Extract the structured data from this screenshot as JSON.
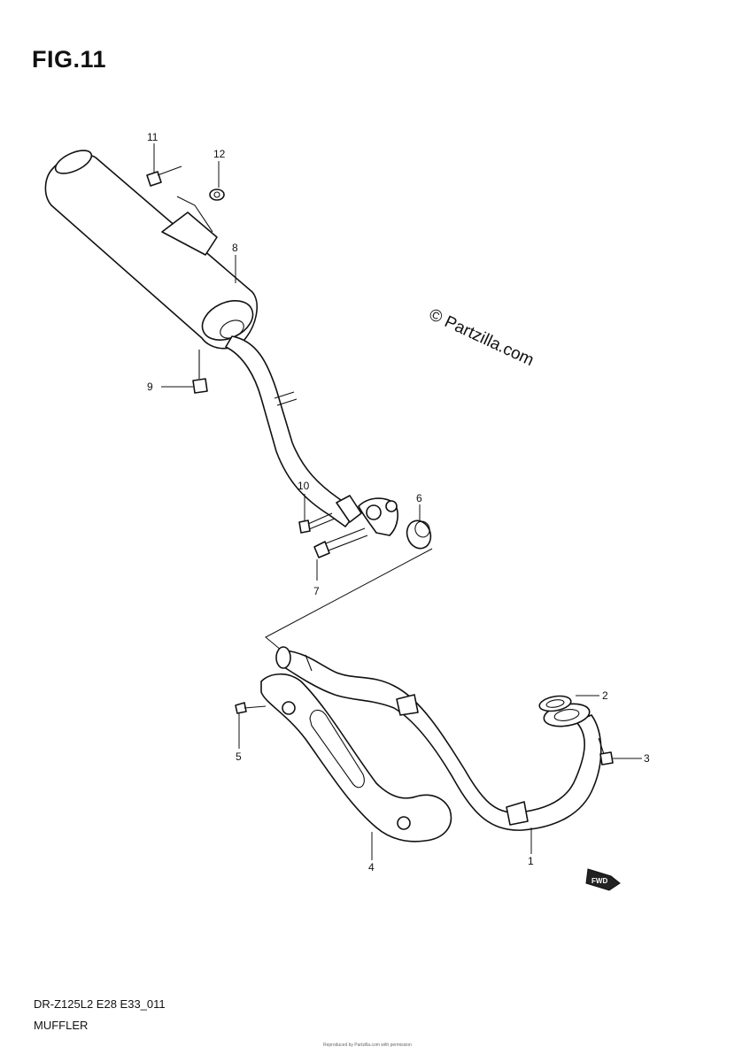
{
  "figure": {
    "title": "FIG.11",
    "watermark": "© Partzilla.com",
    "drawing_code": "DR-Z125L2 E28 E33_011",
    "section_name": "MUFFLER",
    "footer_note": "Reproduced by Partzilla.com with permission"
  },
  "callouts": [
    "1",
    "2",
    "3",
    "4",
    "5",
    "6",
    "7",
    "8",
    "9",
    "10",
    "11",
    "12"
  ],
  "fwd_label": "FWD"
}
